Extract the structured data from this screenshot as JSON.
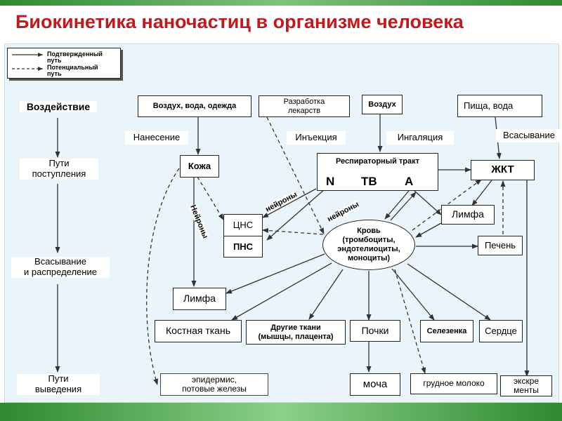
{
  "title": "Биокинетика наночастиц в организме человека",
  "legend": {
    "confirmed_line1": "Подтвержденный",
    "confirmed_line2": "путь",
    "potential_line1": "Потенциальный",
    "potential_line2": "путь"
  },
  "stages": {
    "exposure": "Воздействие",
    "entry_line1": "Пути",
    "entry_line2": "поступления",
    "absorption_line1": "Всасывание",
    "absorption_line2": "и распределение",
    "excretion_line1": "Пути",
    "excretion_line2": "выведения"
  },
  "sources": {
    "air_water_clothes": "Воздух, вода, одежда",
    "drug_dev_line1": "Разработка",
    "drug_dev_line2": "лекарств",
    "air": "Воздух",
    "food_water": "Пища, вода"
  },
  "routes": {
    "application": "Нанесение",
    "injection": "Инъекция",
    "inhalation": "Ингаляция",
    "absorption": "Всасывание"
  },
  "organs": {
    "skin": "Кожа",
    "resp_tract": "Респираторный тракт",
    "resp_n": "N",
    "resp_tb": "TB",
    "resp_a": "A",
    "git": "ЖКТ",
    "cns": "ЦНС",
    "pns": "ПНС",
    "lymph_right": "Лимфа",
    "liver": "Печень",
    "blood_line1": "Кровь",
    "blood_line2": "(тромбоциты,",
    "blood_line3": "эндотелиоциты,",
    "blood_line4": "моноциты)",
    "lymph_left": "Лимфа",
    "bone": "Костная ткань",
    "other_line1": "Другие ткани",
    "other_line2": "(мышцы, плацента)",
    "kidneys": "Почки",
    "spleen": "Селезенка",
    "heart": "Сердце"
  },
  "excretion": {
    "epidermis_line1": "эпидермис,",
    "epidermis_line2": "потовые железы",
    "urine": "моча",
    "breast_milk": "грудное молоко",
    "excrements_line1": "экскре",
    "excrements_line2": "менты"
  },
  "neurons": {
    "skin_neurons": "Нейроны",
    "resp_neurons_a": "нейроны",
    "resp_neurons_b": "нейроны"
  }
}
